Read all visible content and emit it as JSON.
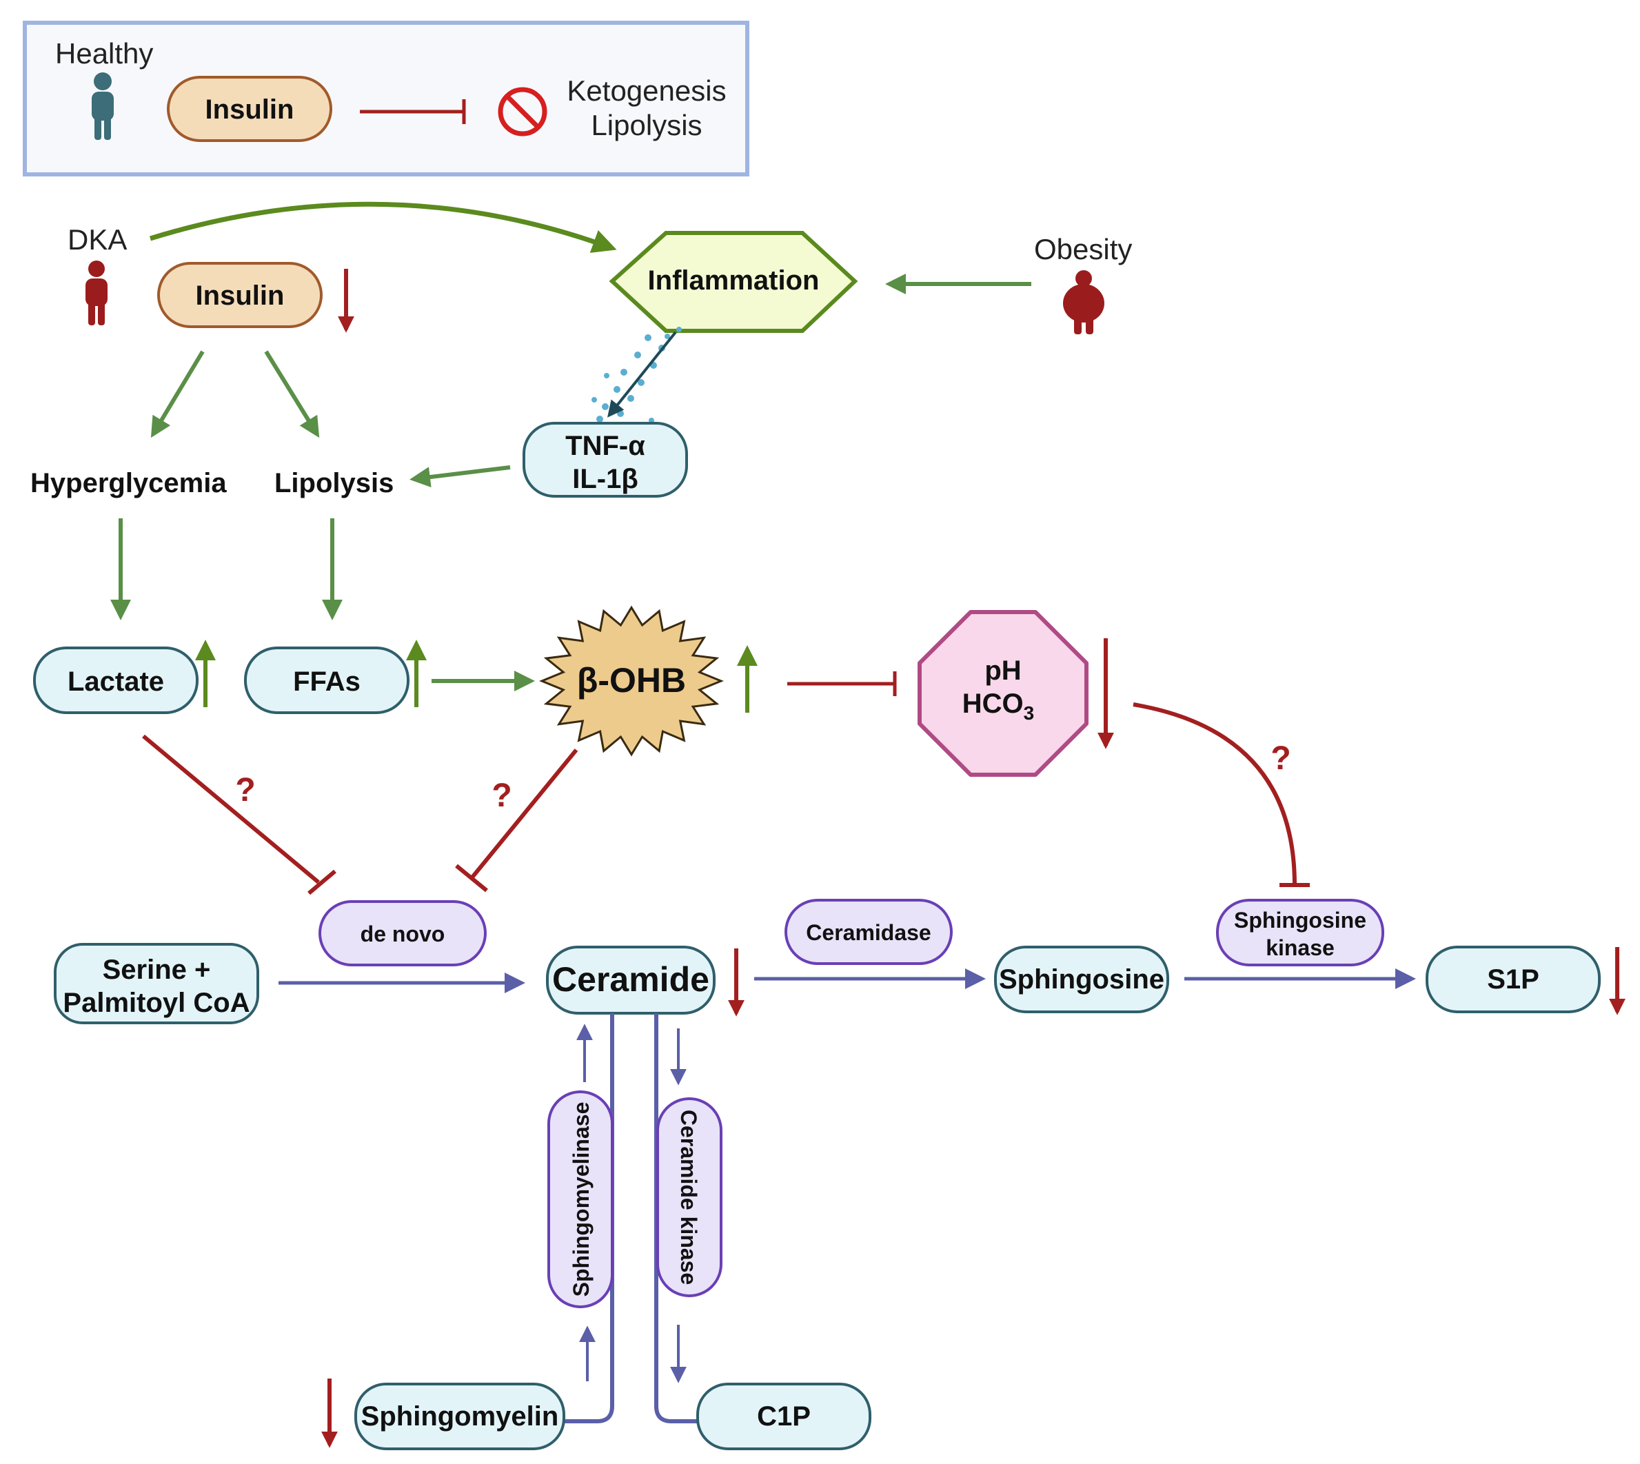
{
  "legend": {
    "healthy_label": "Healthy",
    "insulin_label": "Insulin",
    "ketogenesis_label": "Ketogenesis",
    "lipolysis_label": "Lipolysis"
  },
  "labels": {
    "dka": "DKA",
    "insulin": "Insulin",
    "inflammation": "Inflammation",
    "obesity": "Obesity",
    "tnf": "TNF-α",
    "il1b": "IL-1β",
    "hyperglycemia": "Hyperglycemia",
    "lipolysis": "Lipolysis",
    "lactate": "Lactate",
    "ffas": "FFAs",
    "bohb": "β-OHB",
    "ph": "pH",
    "hco3_base": "HCO",
    "hco3_sub": "3",
    "question_mark": "?",
    "de_novo": "de novo",
    "serine_line1": "Serine +",
    "serine_line2": "Palmitoyl CoA",
    "ceramide": "Ceramide",
    "ceramidase": "Ceramidase",
    "sphingosine": "Sphingosine",
    "sphingosine_kinase_line1": "Sphingosine",
    "sphingosine_kinase_line2": "kinase",
    "s1p": "S1P",
    "sphingomyelinase": "Sphingomyelinase",
    "ceramide_kinase": "Ceramide kinase",
    "sphingomyelin": "Sphingomyelin",
    "c1p": "C1P"
  },
  "colors": {
    "green_arrow": "#5a8f47",
    "olive_arrow": "#5b8a1e",
    "red_arrow": "#a31f1f",
    "blue_arrow": "#5a5fa8",
    "box_fill": "#e3f4f8",
    "box_stroke": "#2f5f6b",
    "enzyme_fill": "#e8e3f8",
    "enzyme_stroke": "#6a3fb6",
    "insulin_fill": "#f5dcb9",
    "insulin_stroke": "#a05a2c",
    "inflammation_fill": "#f4fbd3",
    "inflammation_stroke": "#5a8a1e",
    "ph_fill": "#f8d8ea",
    "ph_stroke": "#b04a85",
    "bohb_fill": "#edcb8d",
    "healthy_person": "#3c6d78",
    "dka_person": "#9b1c1c"
  }
}
